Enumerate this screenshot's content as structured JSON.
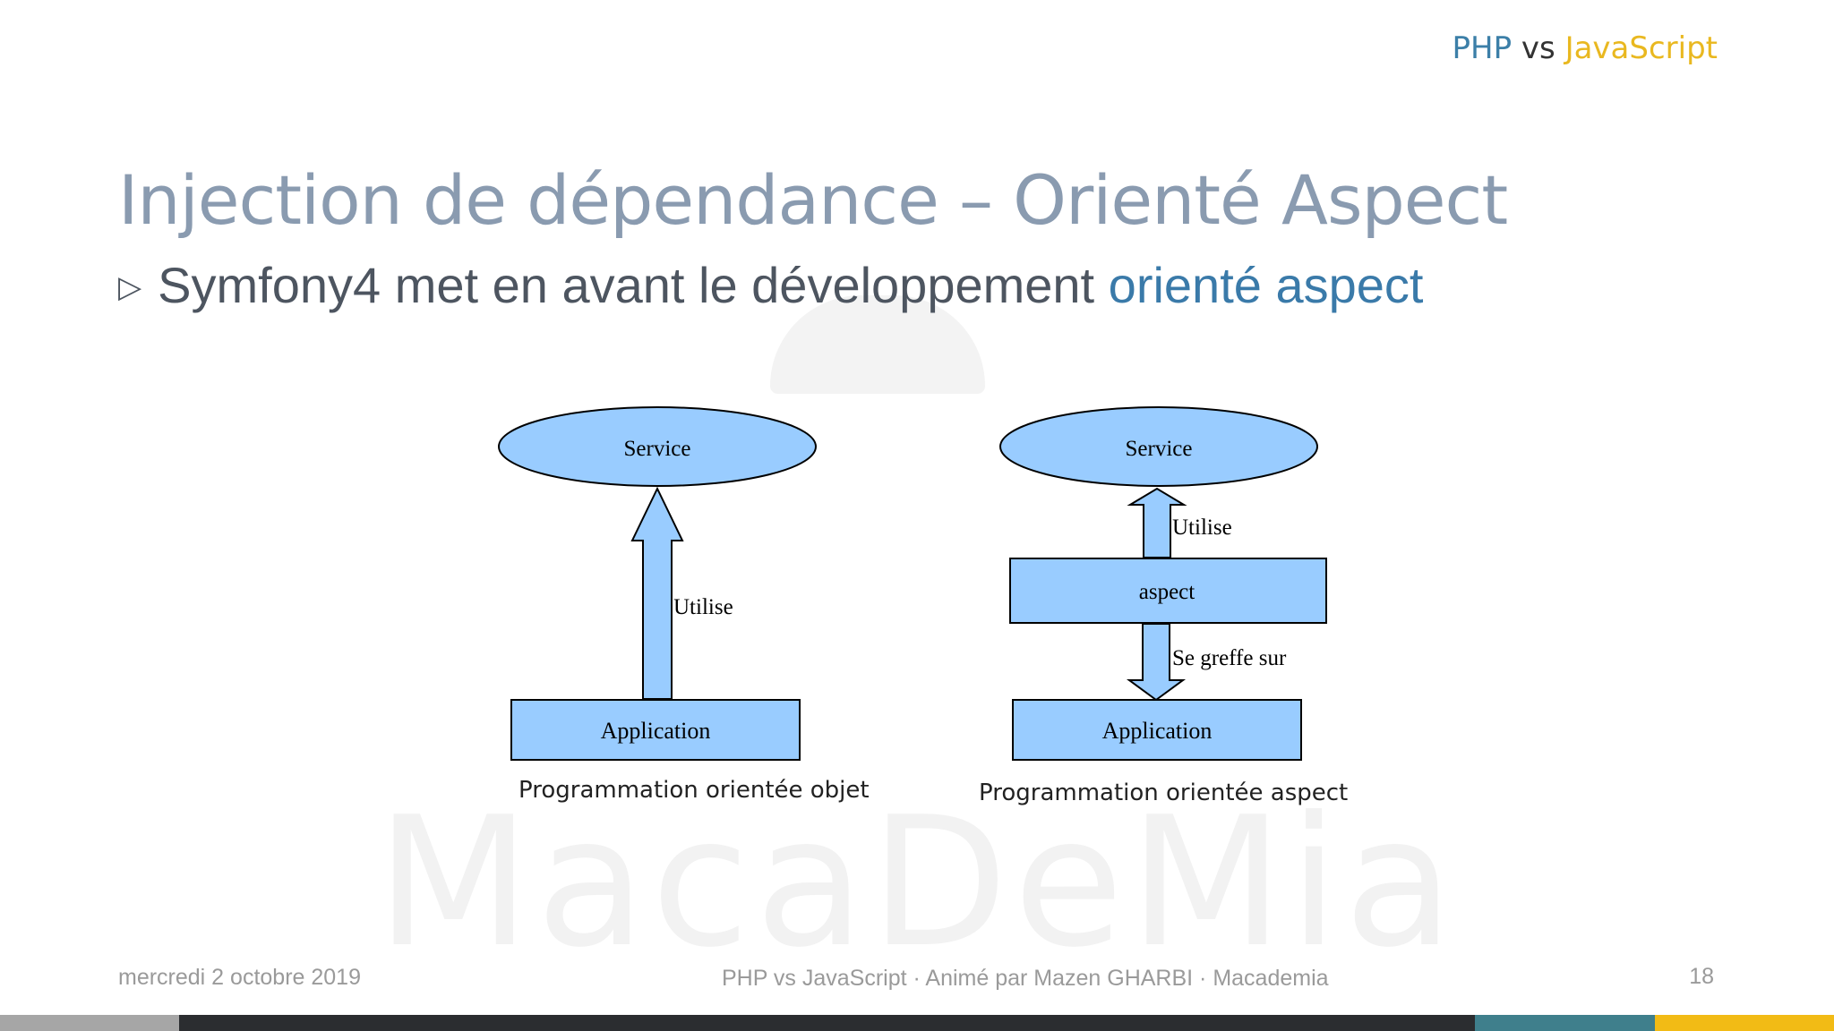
{
  "header": {
    "course_php": "PHP",
    "course_vs": "vs",
    "course_js": "JavaScript"
  },
  "slide": {
    "title": "Injection de dépendance – Orienté Aspect",
    "bullet_text": "Symfony4 met en avant le développement ",
    "bullet_highlight": "orienté aspect"
  },
  "diagram_left": {
    "service": "Service",
    "arrow_label": "Utilise",
    "application": "Application",
    "caption": "Programmation orientée objet"
  },
  "diagram_right": {
    "service": "Service",
    "arrow_top_label": "Utilise",
    "aspect": "aspect",
    "arrow_bottom_label": "Se greffe sur",
    "application": "Application",
    "caption": "Programmation orientée aspect"
  },
  "watermark": "MacaDeMia",
  "footer": {
    "date": "mercredi 2 octobre 2019",
    "center": "PHP vs JavaScript · Animé par Mazen GHARBI · Macademia",
    "page": "18"
  },
  "colors": {
    "shape_fill": "#99ccff",
    "title": "#8a9bb0",
    "highlight": "#3a7aa9",
    "php": "#3c7fa8",
    "javascript": "#e9b820",
    "bar_grey": "#a6a6a6",
    "bar_dark": "#2b2d30",
    "bar_teal": "#3f7f8c",
    "bar_yellow": "#f2bb15"
  }
}
